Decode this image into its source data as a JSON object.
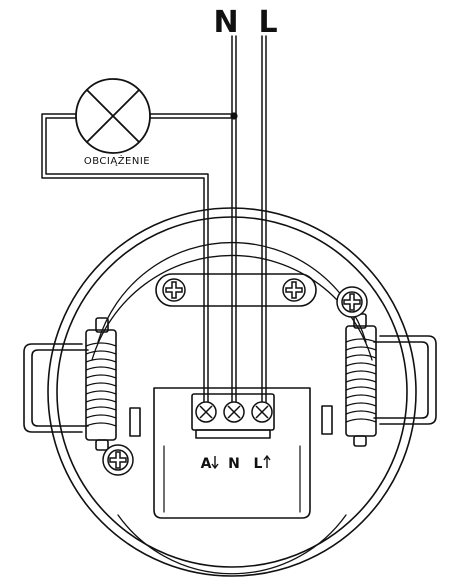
{
  "labels": {
    "neutral": "N",
    "live": "L",
    "load": "OBCIĄŻENIE"
  },
  "terminals": {
    "load": "A",
    "neutral": "N",
    "live": "L"
  },
  "icons": {
    "lamp": "lamp-x-icon",
    "terminal_screw": "terminal-screw-icon",
    "mounting_screw": "phillips-screw-icon"
  },
  "colors": {
    "line": "#111111",
    "background": "#ffffff"
  }
}
